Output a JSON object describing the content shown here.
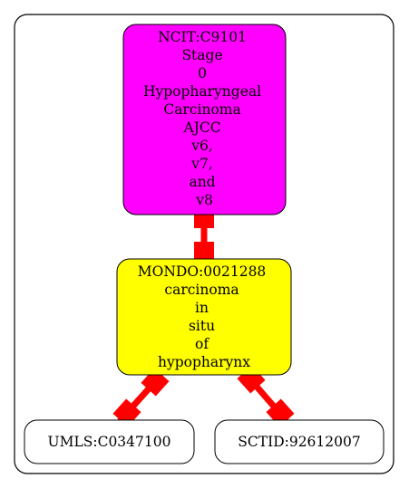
{
  "colors": {
    "background": "#ffffff",
    "cluster_border": "#000000",
    "edge": "#ff0000",
    "node_top_fill": "#ff00ff",
    "node_middle_fill": "#ffff00",
    "node_leaf_fill": "#ffffff"
  },
  "nodes": {
    "top": {
      "lines": [
        "NCIT:C9101",
        "Stage",
        "0",
        "Hypopharyngeal",
        "Carcinoma",
        "AJCC",
        "v6,",
        "v7,",
        "and",
        "v8"
      ]
    },
    "middle": {
      "lines": [
        "MONDO:0021288",
        "carcinoma",
        "in",
        "situ",
        "of",
        "hypopharynx"
      ]
    },
    "leaf_left": {
      "lines": [
        "UMLS:C0347100"
      ]
    },
    "leaf_right": {
      "lines": [
        "SCTID:92612007"
      ]
    }
  },
  "edges": [
    {
      "from": "top",
      "to": "middle"
    },
    {
      "from": "middle",
      "to": "leaf_left"
    },
    {
      "from": "middle",
      "to": "leaf_right"
    }
  ]
}
